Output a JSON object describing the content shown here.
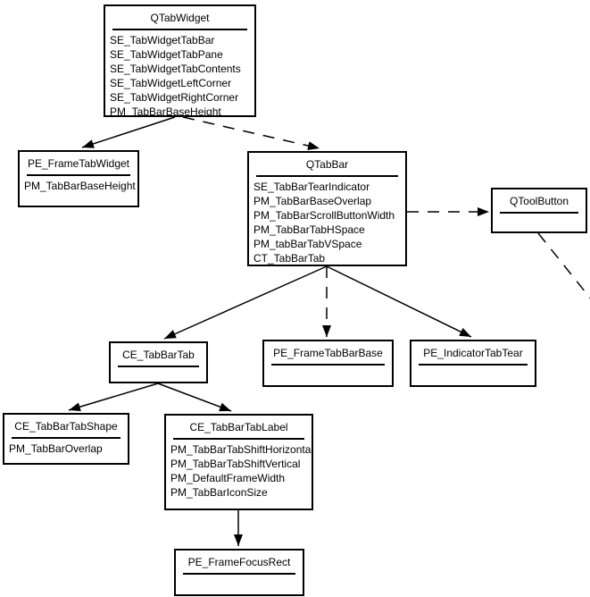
{
  "diagram": {
    "description": "Qt tab widget style-element relationship diagram",
    "colors": {
      "line": "#000000",
      "background": "#ffffff",
      "text": "#000000"
    },
    "boxes": [
      {
        "id": "QTabWidget",
        "title": "QTabWidget",
        "items": [
          "SE_TabWidgetTabBar",
          "SE_TabWidgetTabPane",
          "SE_TabWidgetTabContents",
          "SE_TabWidgetLeftCorner",
          "SE_TabWidgetRightCorner",
          "PM_TabBarBaseHeight"
        ]
      },
      {
        "id": "PE_FrameTabWidget",
        "title": "PE_FrameTabWidget",
        "items": [
          "PM_TabBarBaseHeight"
        ]
      },
      {
        "id": "QTabBar",
        "title": "QTabBar",
        "items": [
          "SE_TabBarTearIndicator",
          "PM_TabBarBaseOverlap",
          "PM_TabBarScrollButtonWidth",
          "PM_TabBarTabHSpace",
          "PM_tabBarTabVSpace",
          "CT_TabBarTab"
        ]
      },
      {
        "id": "QToolButton",
        "title": "QToolButton",
        "items": []
      },
      {
        "id": "CE_TabBarTab",
        "title": "CE_TabBarTab",
        "items": []
      },
      {
        "id": "PE_FrameTabBarBase",
        "title": "PE_FrameTabBarBase",
        "items": []
      },
      {
        "id": "PE_IndicatorTabTear",
        "title": "PE_IndicatorTabTear",
        "items": []
      },
      {
        "id": "CE_TabBarTabShape",
        "title": "CE_TabBarTabShape",
        "items": [
          "PM_TabBarOverlap"
        ]
      },
      {
        "id": "CE_TabBarTabLabel",
        "title": "CE_TabBarTabLabel",
        "items": [
          "PM_TabBarTabShiftHorizontal",
          "PM_TabBarTabShiftVertical",
          "PM_DefaultFrameWidth",
          "PM_TabBarIconSize"
        ]
      },
      {
        "id": "PE_FrameFocusRect",
        "title": "PE_FrameFocusRect",
        "items": []
      }
    ],
    "edges": [
      {
        "from": "QTabWidget",
        "to": "PE_FrameTabWidget",
        "style": "solid",
        "arrow": true
      },
      {
        "from": "QTabWidget",
        "to": "QTabBar",
        "style": "dashed",
        "arrow": true
      },
      {
        "from": "QTabBar",
        "to": "QToolButton",
        "style": "dashed",
        "arrow": true
      },
      {
        "from": "QToolButton",
        "to": "offscreen-bottom-right",
        "style": "dashed",
        "arrow": false
      },
      {
        "from": "QTabBar",
        "to": "CE_TabBarTab",
        "style": "solid",
        "arrow": true
      },
      {
        "from": "QTabBar",
        "to": "PE_FrameTabBarBase",
        "style": "dashed",
        "arrow": true
      },
      {
        "from": "QTabBar",
        "to": "PE_IndicatorTabTear",
        "style": "solid",
        "arrow": true
      },
      {
        "from": "CE_TabBarTab",
        "to": "CE_TabBarTabShape",
        "style": "solid",
        "arrow": true
      },
      {
        "from": "CE_TabBarTab",
        "to": "CE_TabBarTabLabel",
        "style": "solid",
        "arrow": true
      },
      {
        "from": "CE_TabBarTabLabel",
        "to": "PE_FrameFocusRect",
        "style": "solid",
        "arrow": true
      }
    ]
  }
}
